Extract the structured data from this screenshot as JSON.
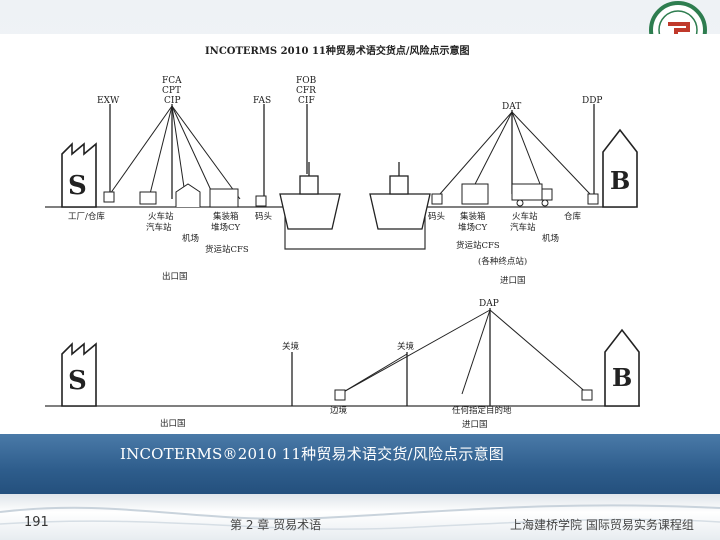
{
  "figure": {
    "header": "INCOTERMS 2010 11种贸易术语交货点/风险点示意图",
    "top": {
      "terms_left": [
        "EXW",
        "FCA",
        "CPT",
        "CIP",
        "FAS",
        "FOB",
        "CFR",
        "CIF"
      ],
      "terms_right": [
        "DAT",
        "DDP"
      ],
      "seller_letter": "S",
      "buyer_letter": "B",
      "places_left": [
        "工厂/仓库",
        "火车站",
        "汽车站",
        "机场",
        "集装箱",
        "堆场CY",
        "货运站CFS",
        "码头"
      ],
      "places_right": [
        "码头",
        "集装箱",
        "堆场CY",
        "货运站CFS",
        "火车站",
        "汽车站",
        "机场",
        "仓库",
        "(各种终点站)"
      ],
      "export_country": "出口国",
      "import_country": "进口国"
    },
    "bottom": {
      "term": "DAP",
      "customs_left": "关境",
      "customs_right": "关境",
      "border": "边境",
      "destination": "任何指定目的地",
      "seller_letter": "S",
      "buyer_letter": "B",
      "export_country": "出口国",
      "import_country": "进口国"
    }
  },
  "caption": "INCOTERMS®2010 11种贸易术语交货/风险点示意图",
  "footer": {
    "page_number": "191",
    "chapter": "第 2 章    贸易术语",
    "school": "上海建桥学院 国际贸易实务课程组"
  }
}
